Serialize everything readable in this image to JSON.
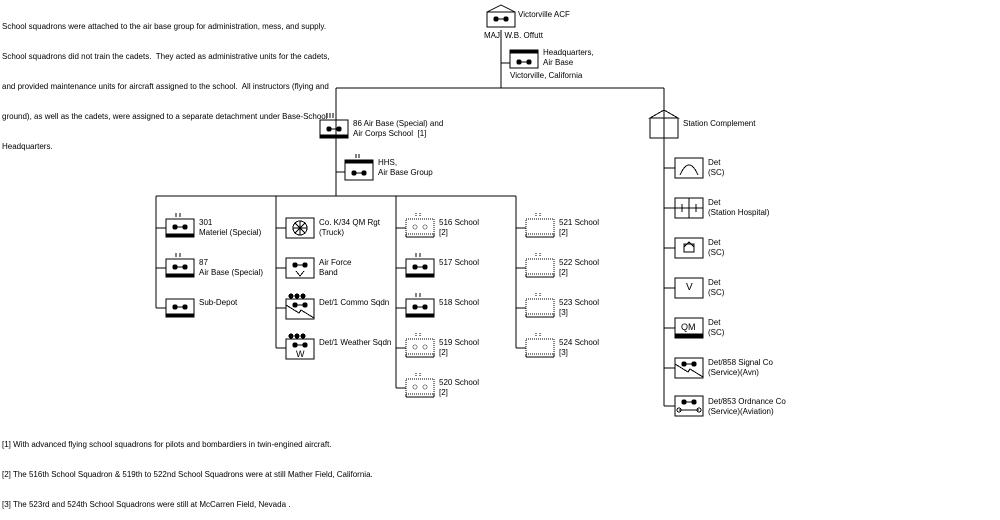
{
  "intro_text": [
    "School squadrons were attached to the air base group for administration, mess, and supply.",
    "School squadrons did not train the cadets.  They acted as administrative units for the cadets,",
    "and provided maintenance units for aircraft assigned to the school.  All instructors (flying and",
    "ground), as well as the cadets, were assigned to a separate detachment under Base-School",
    "Headquarters."
  ],
  "footnotes": [
    "[1] With advanced flying school squadrons for pilots and bombardiers in twin-engined aircraft.",
    "[2] The 516th School Squadron & 519th to 522nd School Squadrons were at still Mather Field, California.",
    "[3] The 523rd and 524th School Squadrons were still at McCarren Field, Nevada ."
  ],
  "top": {
    "acf": "Victorville ACF",
    "commander": "MAJ  W.B. Offutt",
    "hq_line1": "Headquarters,",
    "hq_line2": "Air Base",
    "hq_location": "Victorville, California"
  },
  "group": {
    "line1": "86 Air Base (Special) and",
    "line2": "Air Corps School  [1]",
    "hhs_line1": "HHS,",
    "hhs_line2": "Air Base Group"
  },
  "station": {
    "label": "Station Complement"
  },
  "col1": [
    {
      "l1": "301",
      "l2": "Materiel (Special)"
    },
    {
      "l1": "87",
      "l2": "Air Base (Special)"
    },
    {
      "l1": "Sub-Depot",
      "l2": ""
    }
  ],
  "col2": [
    {
      "l1": "Co. K/34 QM Rgt",
      "l2": "(Truck)"
    },
    {
      "l1": "Air Force",
      "l2": "Band"
    },
    {
      "l1": "Det/1 Commo Sqdn",
      "l2": ""
    },
    {
      "l1": "Det/1 Weather Sqdn",
      "l2": ""
    }
  ],
  "col3": [
    {
      "l1": "516 School",
      "l2": "[2]"
    },
    {
      "l1": "517 School",
      "l2": ""
    },
    {
      "l1": "518 School",
      "l2": ""
    },
    {
      "l1": "519 School",
      "l2": "[2]"
    },
    {
      "l1": "520 School",
      "l2": "[2]"
    }
  ],
  "col4": [
    {
      "l1": "521 School",
      "l2": "[2]"
    },
    {
      "l1": "522 School",
      "l2": "[2]"
    },
    {
      "l1": "523 School",
      "l2": "[3]"
    },
    {
      "l1": "524 School",
      "l2": "[3]"
    }
  ],
  "col5": [
    {
      "l1": "Det",
      "l2": "(SC)"
    },
    {
      "l1": "Det",
      "l2": "(Station Hospital)"
    },
    {
      "l1": "Det",
      "l2": "(SC)"
    },
    {
      "l1": "Det",
      "l2": "(SC)"
    },
    {
      "l1": "Det",
      "l2": "(SC)"
    },
    {
      "l1": "Det/858 Signal Co",
      "l2": "(Service)(Avn)"
    },
    {
      "l1": "Det/853 Ordnance Co",
      "l2": "(Service)(Aviation)"
    }
  ],
  "symbol_text": {
    "qm": "QM",
    "v": "V",
    "w": "W"
  }
}
